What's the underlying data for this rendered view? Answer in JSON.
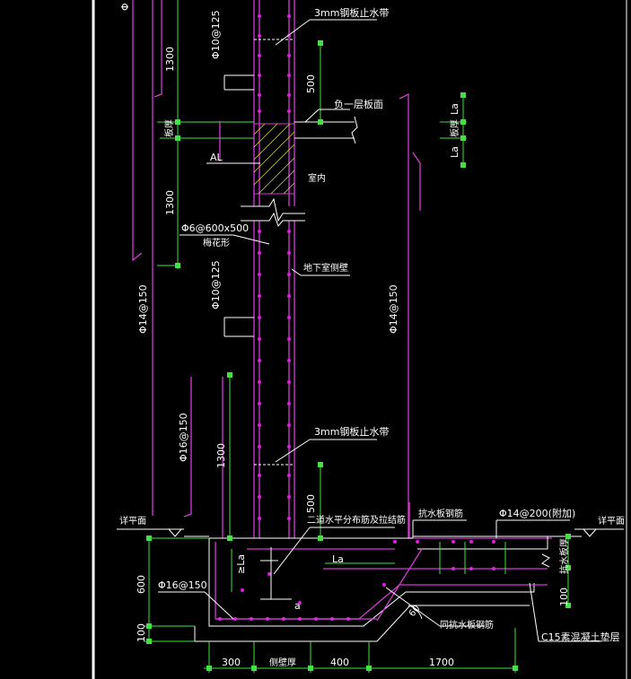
{
  "colors": {
    "background": "#000000",
    "line_primary": "#d63ad6",
    "dimension": "#45e045",
    "text": "#ffffff",
    "hatch": "#d6d63a"
  },
  "labels": {
    "waterstop_top": "3mm钢板止水带",
    "bar_top_vertical": "Φ10@125",
    "dim_500_top": "500",
    "floor_slab": "负一层板面",
    "dim_1300_a": "1300",
    "slab_thickness": "板厚",
    "beam_al": "AL",
    "indoor": "室内",
    "dim_la_1": "La",
    "dim_la_2": "La",
    "slab_thickness_r": "板厚",
    "dim_1300_b": "1300",
    "tie_bar": "Φ6@600x500",
    "tie_pattern": "梅花形",
    "basement_wall": "地下室侧壁",
    "bar_mid_vertical": "Φ10@125",
    "bar_left_long": "Φ14@150",
    "bar_right_long": "Φ14@150",
    "bar_left_short": "Φ16@150",
    "dim_1300_c": "1300",
    "waterstop_bottom": "3mm钢板止水带",
    "dim_500_bottom": "500",
    "horiz_distribution": "二道水平分布筋及拉结筋",
    "anti_float_slab_bar": "抗水板钢筋",
    "bar_additional": "Φ14@200(附加)",
    "plan_ref_left": "详平面",
    "plan_ref_right": "详平面",
    "dim_600": "600",
    "dim_la_3": "≥La",
    "dim_la_4": "La",
    "bar_bottom": "Φ16@150",
    "dim_a": "a",
    "anti_slab_thickness": "抗水板厚",
    "same_anti_slab_bar": "同抗水板钢筋",
    "angle": "60",
    "dim_100_left": "100",
    "dim_100_right": "100",
    "concrete_cushion": "C15素混凝土垫层",
    "dim_300": "300",
    "wall_thickness": "侧壁厚",
    "dim_400": "400",
    "dim_1700": "1700",
    "top_cut_label": "Φ"
  }
}
